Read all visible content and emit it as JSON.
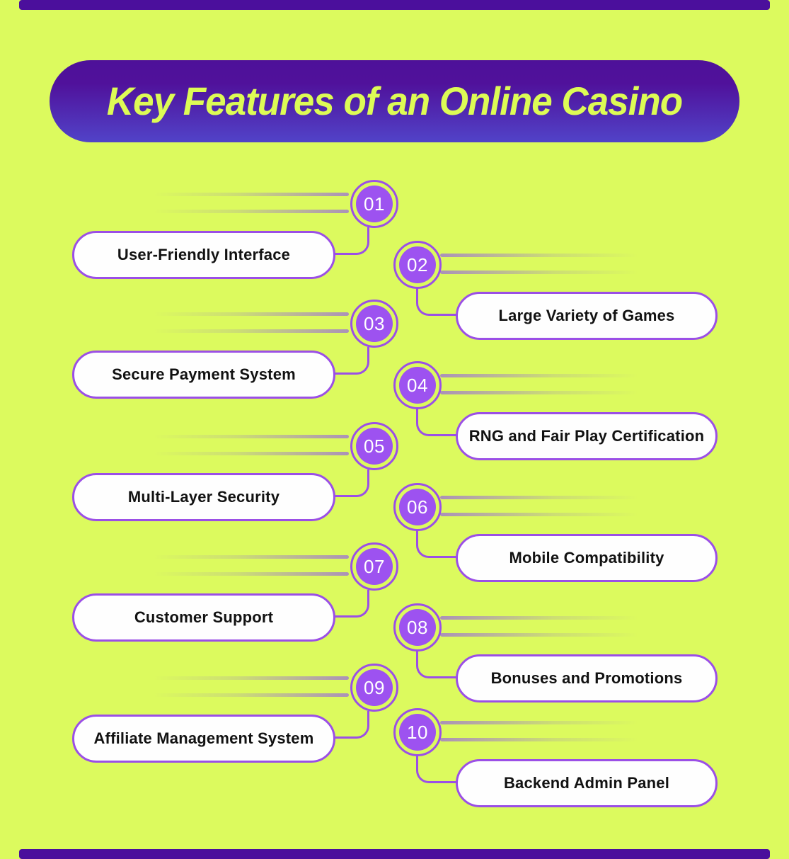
{
  "page": {
    "background_color": "#dcfa5e",
    "accent_purple": "#9b4fe6",
    "circle_fill_color": "#9d52f0",
    "bar_color": "#4b0f9c"
  },
  "header": {
    "title": "Key Features of an Online Casino",
    "title_color": "#ddfb55",
    "gradient_top": "#4e1199",
    "gradient_bottom": "#5143c8"
  },
  "features": [
    {
      "number": "01",
      "label": "User-Friendly Interface",
      "side": "left"
    },
    {
      "number": "02",
      "label": "Large Variety of Games",
      "side": "right"
    },
    {
      "number": "03",
      "label": "Secure Payment System",
      "side": "left"
    },
    {
      "number": "04",
      "label": "RNG and Fair Play Certification",
      "side": "right"
    },
    {
      "number": "05",
      "label": "Multi-Layer Security",
      "side": "left"
    },
    {
      "number": "06",
      "label": "Mobile Compatibility",
      "side": "right"
    },
    {
      "number": "07",
      "label": "Customer Support",
      "side": "left"
    },
    {
      "number": "08",
      "label": "Bonuses and Promotions",
      "side": "right"
    },
    {
      "number": "09",
      "label": "Affiliate Management System",
      "side": "left"
    },
    {
      "number": "10",
      "label": "Backend Admin Panel",
      "side": "right"
    }
  ]
}
